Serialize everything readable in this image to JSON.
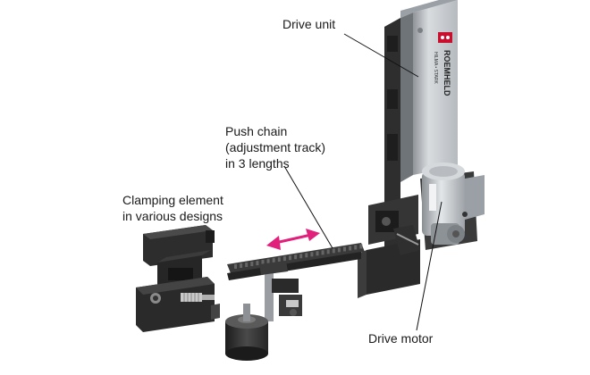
{
  "labels": {
    "drive_unit": "Drive unit",
    "push_chain": [
      "Push chain",
      "(adjustment track)",
      "in 3 lengths"
    ],
    "clamping_element": [
      "Clamping element",
      "in various designs"
    ],
    "drive_motor": "Drive motor"
  },
  "brand": {
    "name": "ROEMHELD",
    "model": "HILMA • STARK"
  },
  "colors": {
    "accent_arrow": "#e0207a",
    "housing": "#c9cdd1",
    "dark_metal": "#2b2b2b",
    "logo": "#c8102e"
  }
}
